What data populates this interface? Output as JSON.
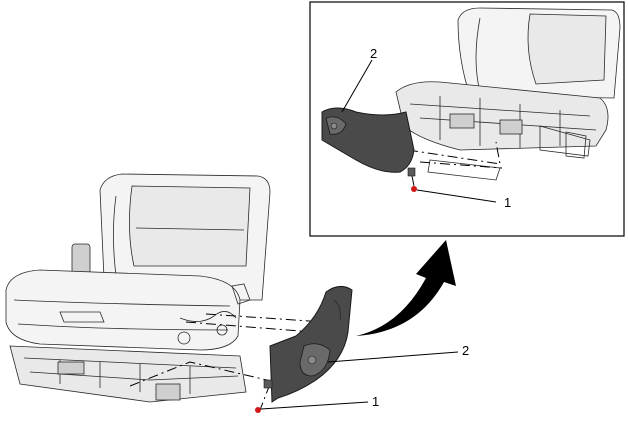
{
  "callouts": {
    "main_label_2": "2",
    "main_label_1": "1",
    "inset_label_2": "2",
    "inset_label_1": "1"
  },
  "colors": {
    "trim_panel": "#4a4a4a",
    "marker_dot": "#d01818",
    "arrow": "#000000",
    "frame": "#000000"
  }
}
